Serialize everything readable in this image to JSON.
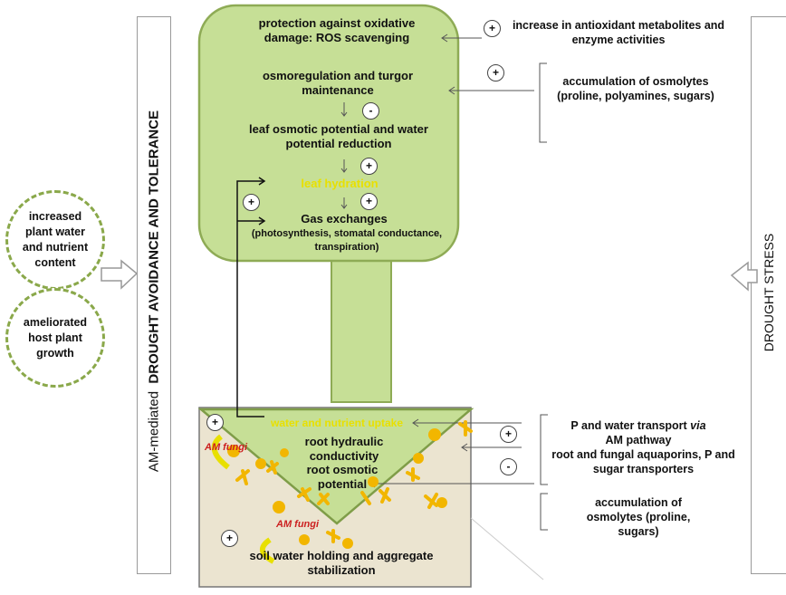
{
  "left_panel": {
    "prefix": "AM-mediated",
    "title": "DROUGHT AVOIDANCE AND TOLERANCE"
  },
  "right_panel": {
    "title": "DROUGHT STRESS"
  },
  "outcomes": [
    {
      "text": "increased plant water and nutrient content"
    },
    {
      "text": "ameliorated host plant growth"
    }
  ],
  "leaf": {
    "ros": "protection against oxidative damage: ROS scavenging",
    "osmo": "osmoregulation and turgor maintenance",
    "potential": "leaf osmotic potential and water potential reduction",
    "hydration": "leaf hydration",
    "gas_title": "Gas exchanges",
    "gas_detail": "(photosynthesis, stomatal conductance, transpiration)"
  },
  "root": {
    "uptake": "water and nutrient uptake",
    "hydraulic": "root hydraulic conductivity",
    "osmotic": "root osmotic potential",
    "fungi": "AM fungi",
    "soil": "soil water holding and aggregate stabilization"
  },
  "right_annotations": {
    "antioxidant": "increase in antioxidant metabolites and enzyme activities",
    "osmolytes_leaf": "accumulation of osmolytes (proline, polyamines, sugars)",
    "p_transport_prefix": "P and water transport ",
    "p_transport_via": "via",
    "p_transport_suffix": "AM pathway",
    "aquaporins": "root and fungal aquaporins, P and sugar transporters",
    "osmolytes_root": "accumulation of osmolytes (proline, sugars)"
  },
  "signs": {
    "plus": "+",
    "minus": "-"
  },
  "colors": {
    "leaf_fill": "#c6df96",
    "leaf_border": "#8eab55",
    "soil_fill": "#ebe4d0",
    "fungi_yellow": "#f2b600",
    "fungi_red": "#cc2020",
    "hydration_text": "#e8e000"
  }
}
